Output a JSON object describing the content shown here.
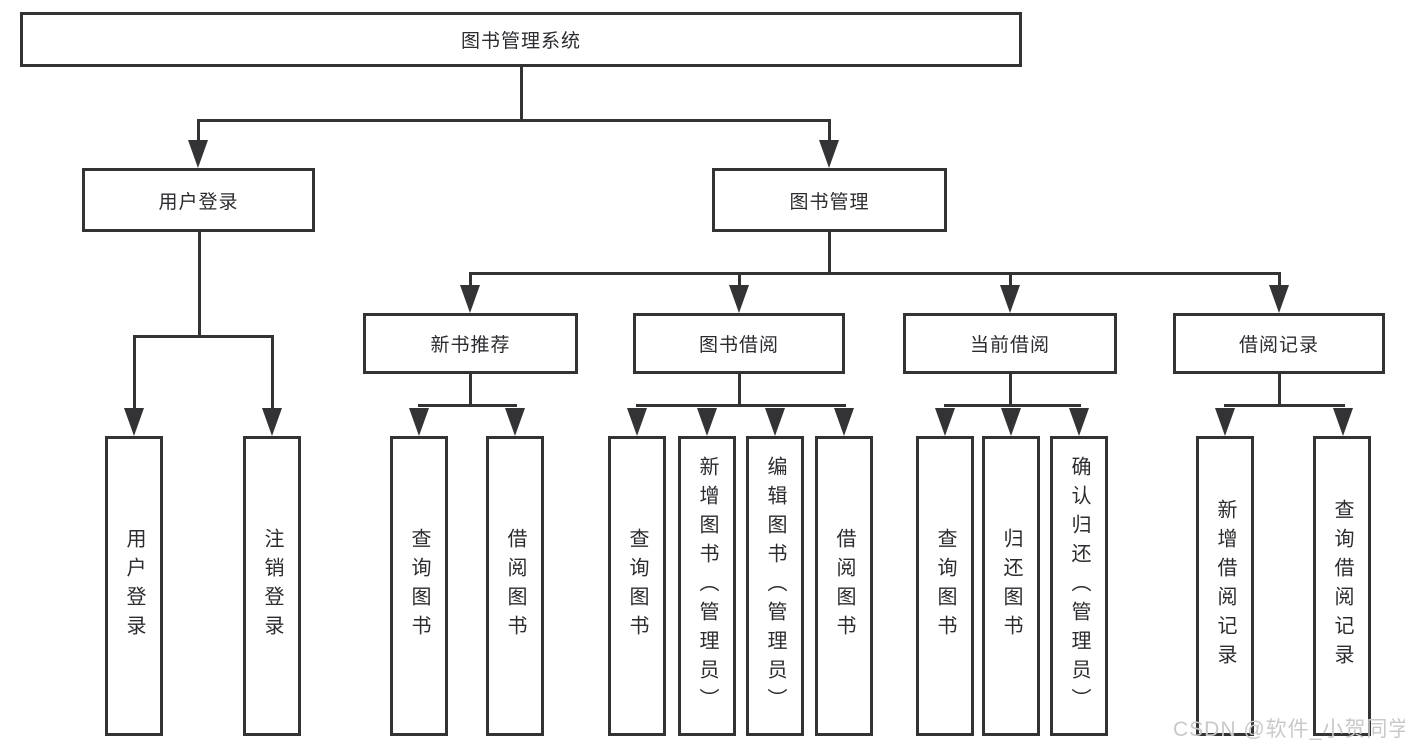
{
  "tree": {
    "label": "图书管理系统",
    "children": [
      {
        "label": "用户登录",
        "children": [
          {
            "label": "用户登录"
          },
          {
            "label": "注销登录"
          }
        ]
      },
      {
        "label": "图书管理",
        "children": [
          {
            "label": "新书推荐",
            "children": [
              {
                "label": "查询图书"
              },
              {
                "label": "借阅图书"
              }
            ]
          },
          {
            "label": "图书借阅",
            "children": [
              {
                "label": "查询图书"
              },
              {
                "label": "新增图书（管理员）"
              },
              {
                "label": "编辑图书（管理员）"
              },
              {
                "label": "借阅图书"
              }
            ]
          },
          {
            "label": "当前借阅",
            "children": [
              {
                "label": "查询图书"
              },
              {
                "label": "归还图书"
              },
              {
                "label": "确认归还（管理员）"
              }
            ]
          },
          {
            "label": "借阅记录",
            "children": [
              {
                "label": "新增借阅记录"
              },
              {
                "label": "查询借阅记录"
              }
            ]
          }
        ]
      }
    ]
  },
  "watermark": "CSDN @软件_小贺同学",
  "colors": {
    "line": "#333336",
    "text": "#2c2c30",
    "background": "#ffffff",
    "watermark": "#c9c9c9"
  }
}
